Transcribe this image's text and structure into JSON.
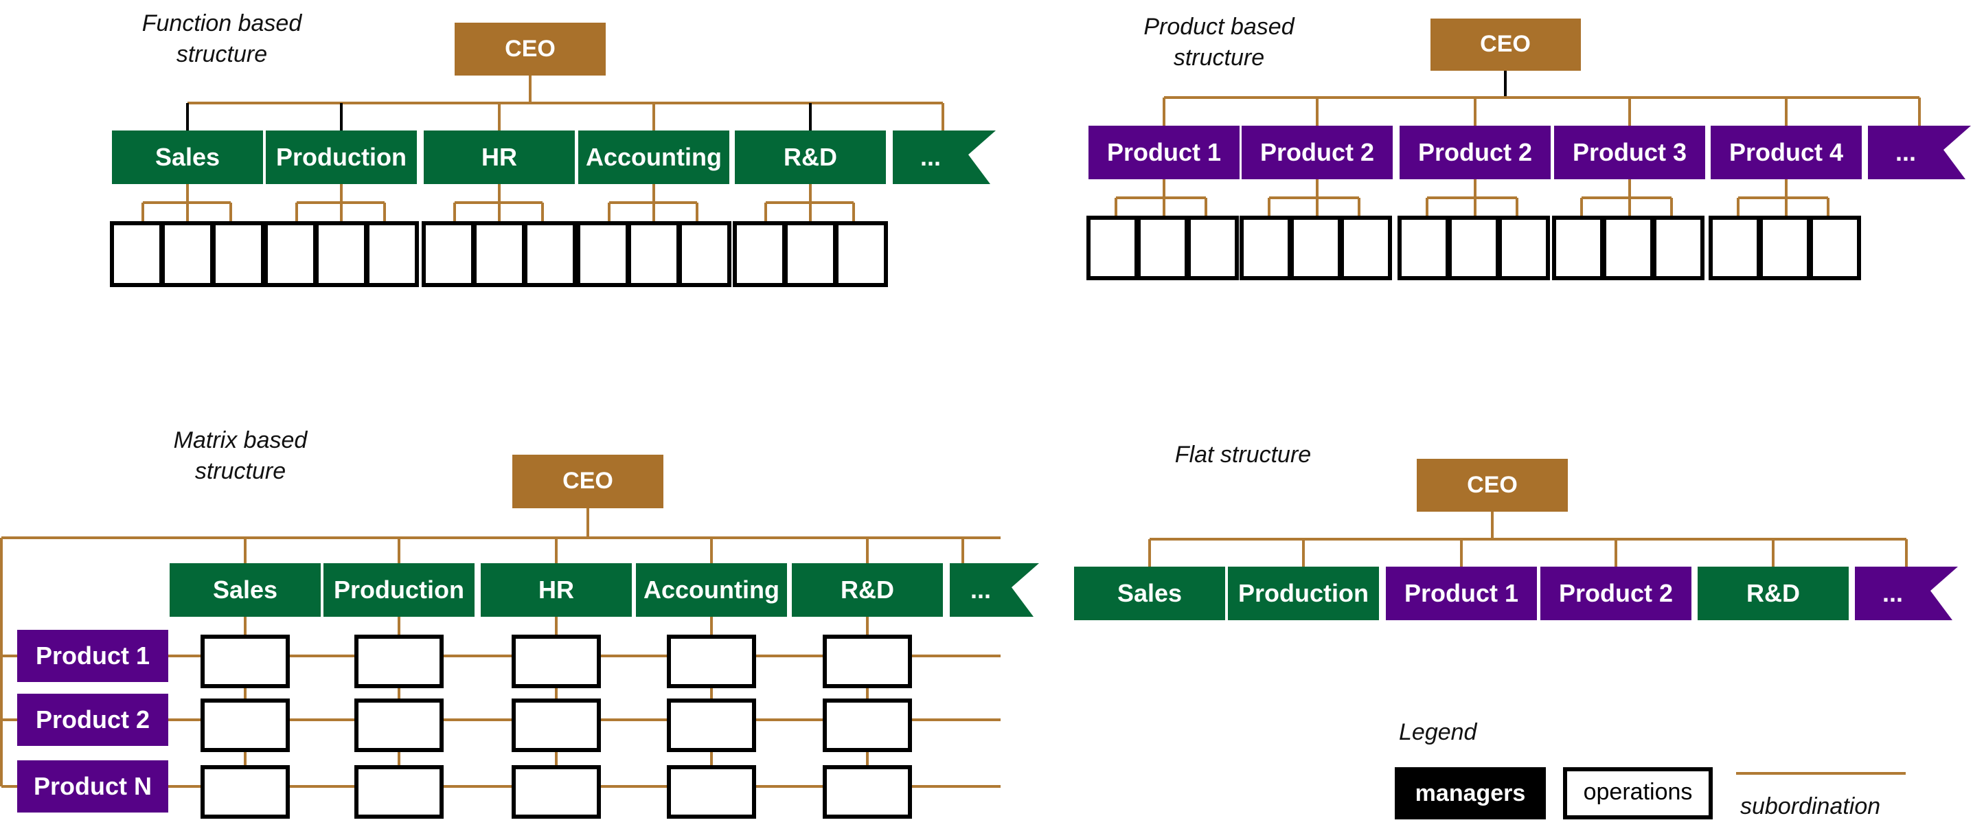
{
  "colors": {
    "ceo": "#a9712b",
    "function": "#036837",
    "product": "#560287",
    "line": "#b07a34",
    "operations_border": "#000000",
    "managers_legend": "#000000"
  },
  "function_structure": {
    "title_line1": "Function based",
    "title_line2": "structure",
    "ceo": "CEO",
    "departments": [
      "Sales",
      "Production",
      "HR",
      "Accounting",
      "R&D",
      "..."
    ],
    "operations_per_department": 3
  },
  "product_structure": {
    "title_line1": "Product based",
    "title_line2": "structure",
    "ceo": "CEO",
    "departments": [
      "Product 1",
      "Product 2",
      "Product 2",
      "Product 3",
      "Product 4",
      "..."
    ],
    "operations_per_department": 3
  },
  "matrix_structure": {
    "title_line1": "Matrix based",
    "title_line2": "structure",
    "ceo": "CEO",
    "departments": [
      "Sales",
      "Production",
      "HR",
      "Accounting",
      "R&D",
      "..."
    ],
    "products": [
      "Product 1",
      "Product 2",
      "Product N"
    ]
  },
  "flat_structure": {
    "title": "Flat structure",
    "ceo": "CEO",
    "units": [
      {
        "label": "Sales",
        "kind": "function"
      },
      {
        "label": "Production",
        "kind": "function"
      },
      {
        "label": "Product 1",
        "kind": "product"
      },
      {
        "label": "Product 2",
        "kind": "product"
      },
      {
        "label": "R&D",
        "kind": "function"
      },
      {
        "label": "...",
        "kind": "product"
      }
    ]
  },
  "legend": {
    "title": "Legend",
    "managers": "managers",
    "operations": "operations",
    "subordination": "subordination"
  }
}
